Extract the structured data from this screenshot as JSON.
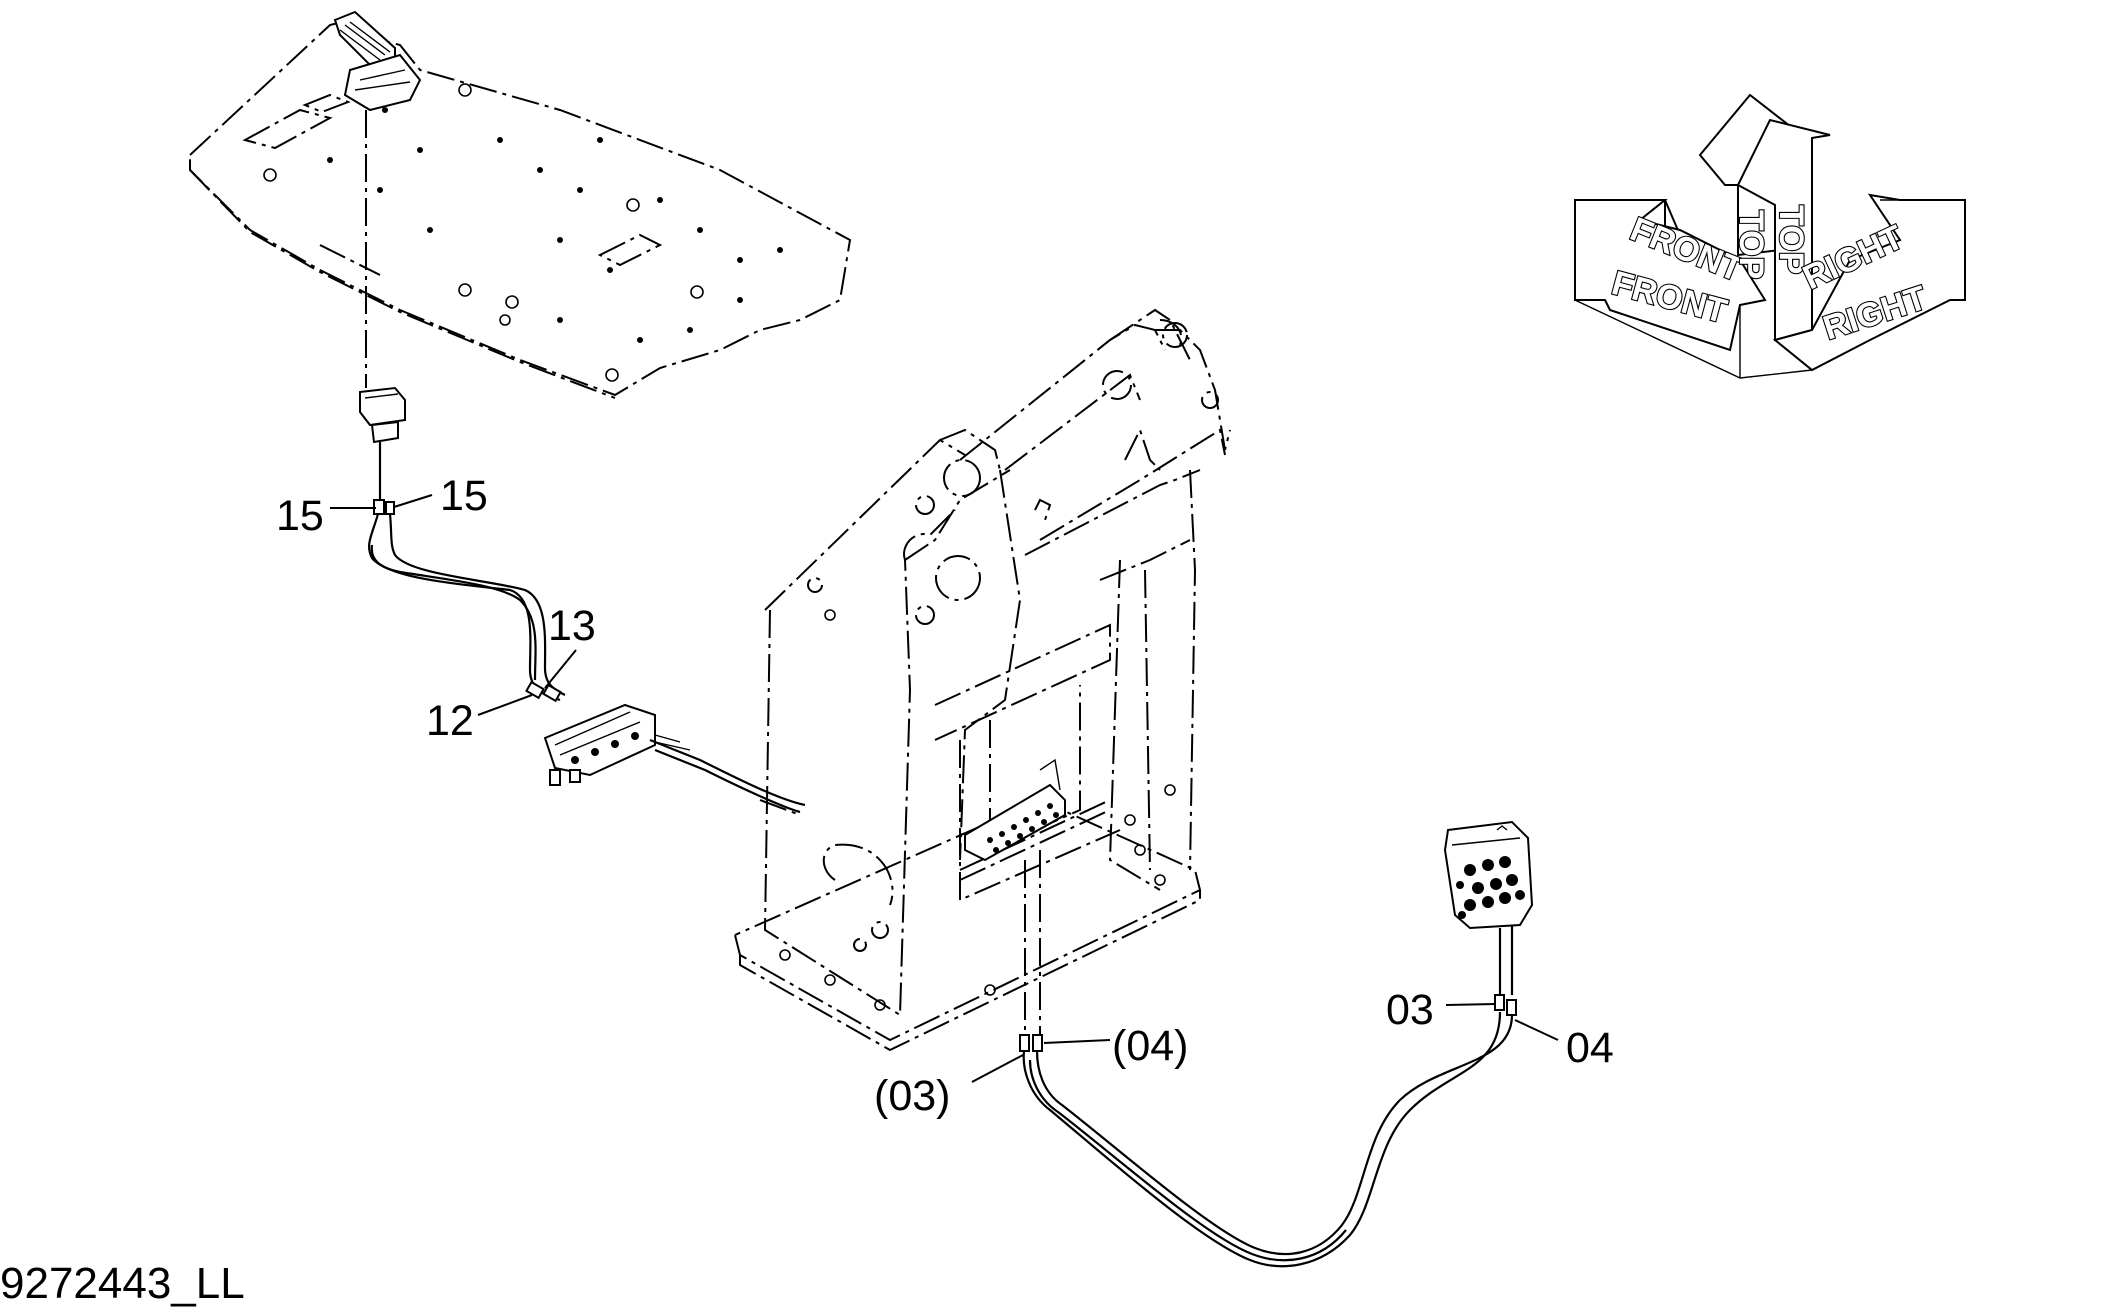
{
  "callouts": {
    "c15_left": "15",
    "c15_right": "15",
    "c13": "13",
    "c12": "12",
    "c04_paren": "(04)",
    "c03_paren": "(03)",
    "c03": "03",
    "c04": "04"
  },
  "drawing_id": "9272443_LL",
  "orientation": {
    "front_back": "FRONT",
    "front_front": "FRONT",
    "top_back": "TOP",
    "top_front": "TOP",
    "right_back": "RIGHT",
    "right_front": "RIGHT"
  }
}
